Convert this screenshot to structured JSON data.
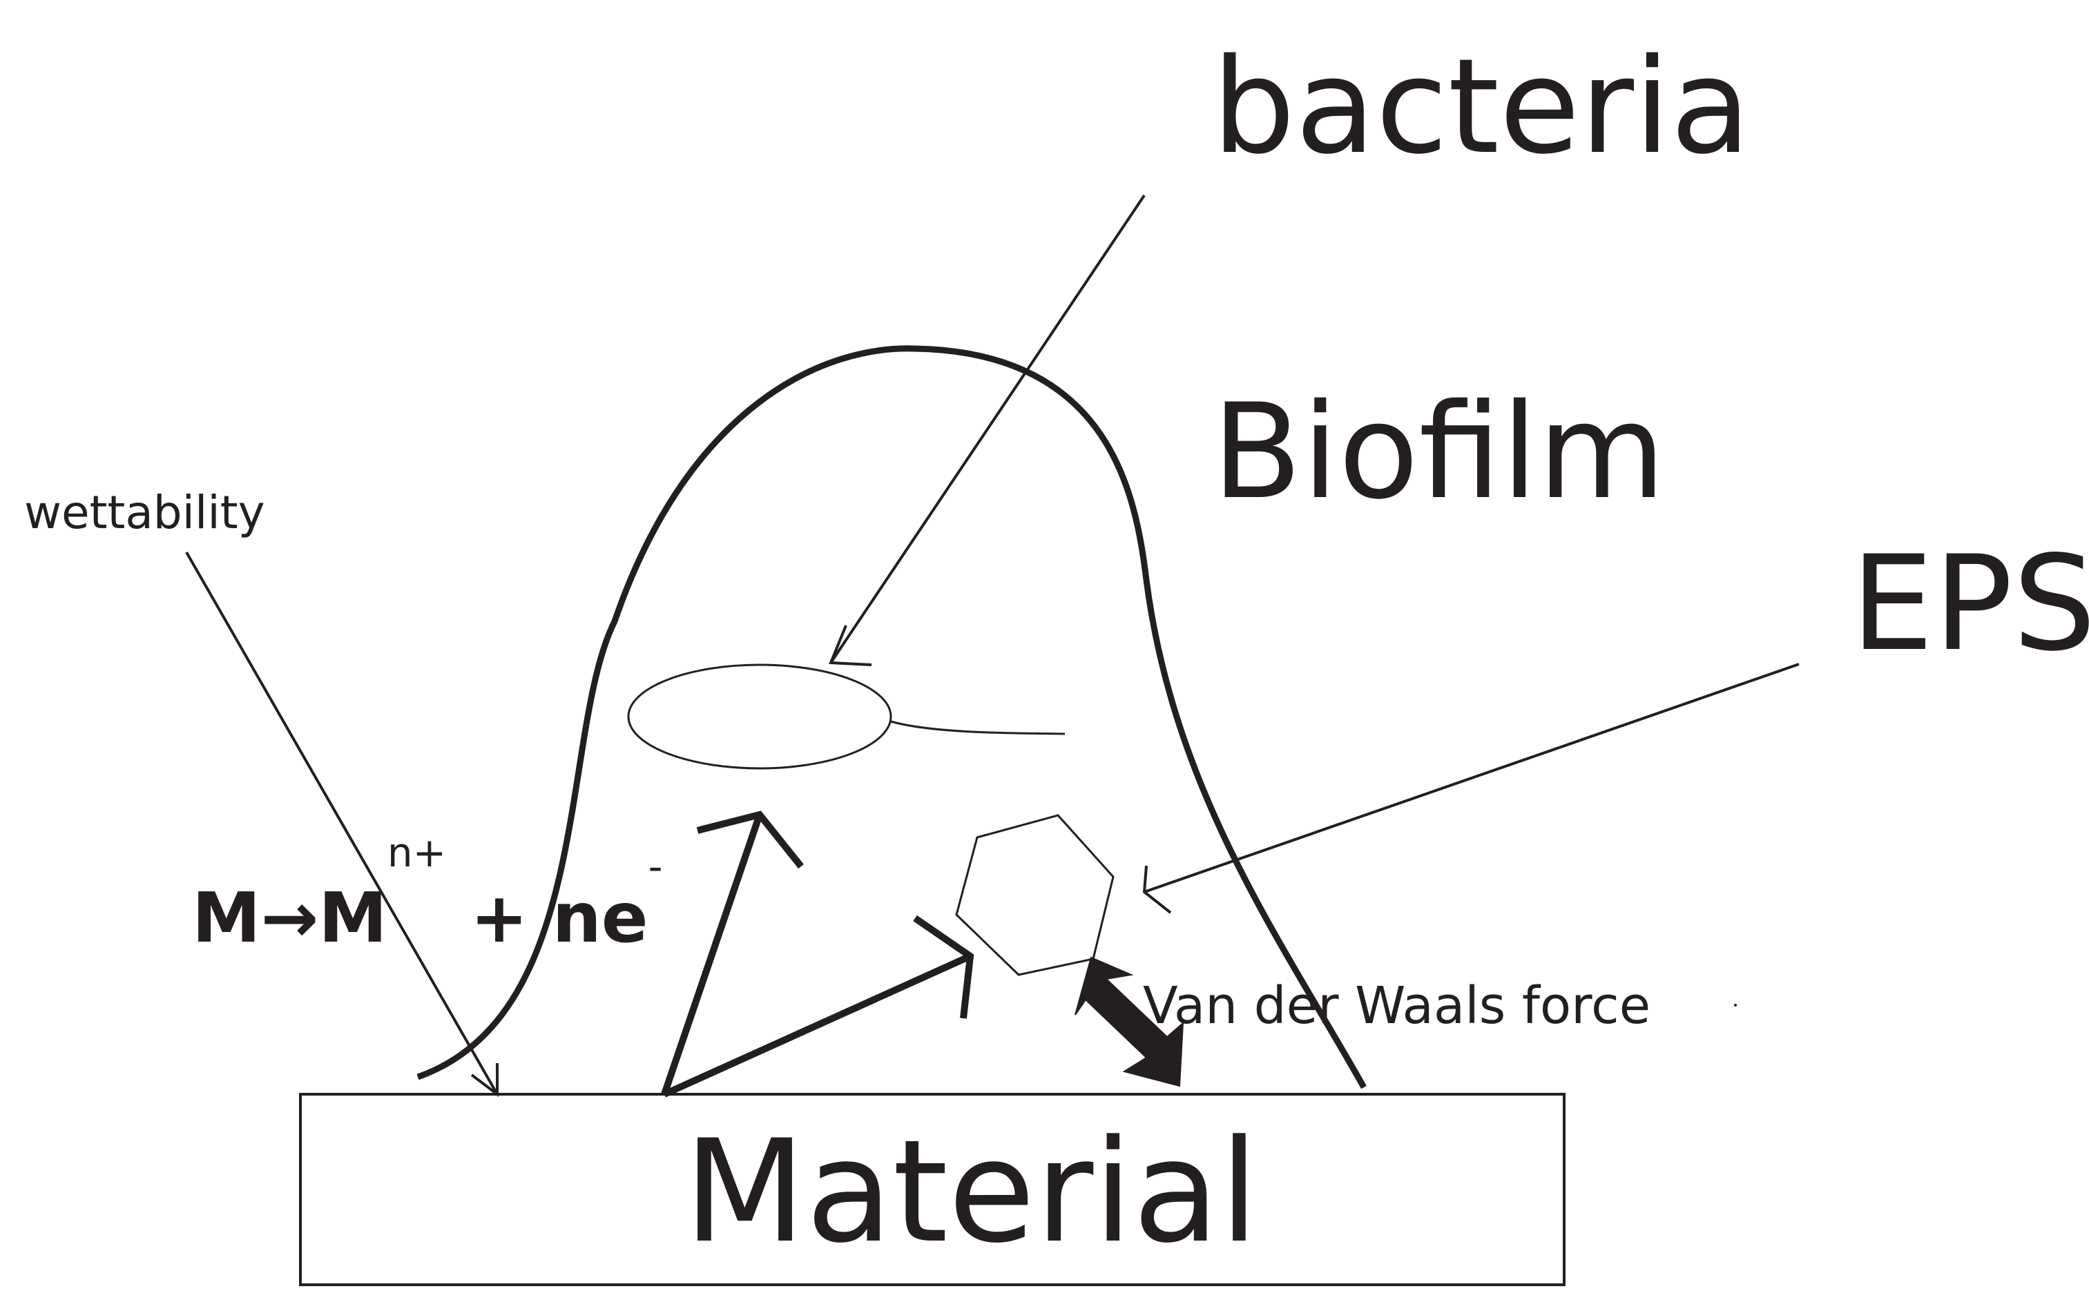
{
  "labels": {
    "bacteria": "bacteria",
    "biofilm": "Biofilm",
    "eps": "EPS",
    "material": "Material",
    "wettability": "wettability",
    "van_der_waals": "Van der Waals force"
  },
  "equation": {
    "base": "M→M",
    "charge": "n+",
    "rest": " + ne",
    "electron_sign": "-"
  },
  "colors": {
    "ink": "#231f20",
    "background": "#ffffff"
  }
}
